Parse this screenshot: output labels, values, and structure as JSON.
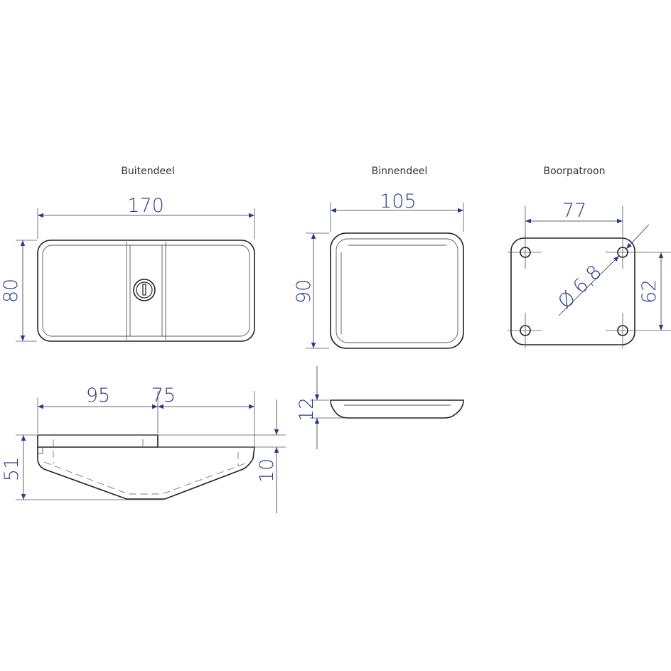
{
  "views": {
    "buitendeel": {
      "title": "Buitendeel",
      "width": "170",
      "height": "80",
      "side_left": "95",
      "side_right": "75",
      "side_height": "51",
      "side_thickness": "10"
    },
    "binnendeel": {
      "title": "Binnendeel",
      "width": "105",
      "height": "90",
      "side_height": "12"
    },
    "boorpatroon": {
      "title": "Boorpatroon",
      "width": "77",
      "height": "62",
      "hole_diameter": "Ø 6,8"
    }
  },
  "colors": {
    "dimension": "#2b3b8c",
    "outline": "#222222"
  }
}
